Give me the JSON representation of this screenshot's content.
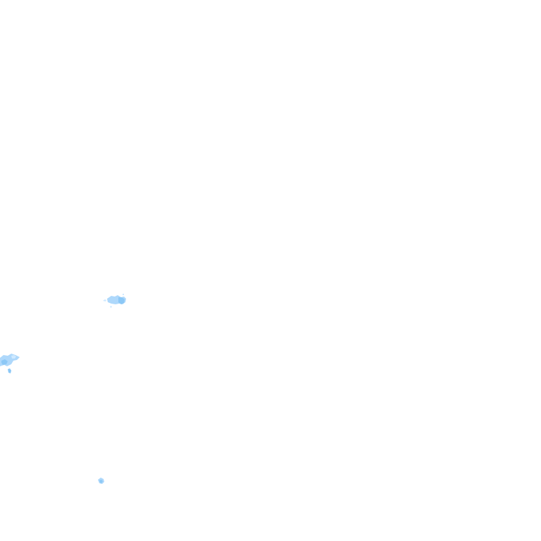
{
  "map": {
    "background_color": "#ffffff",
    "feature_colors": {
      "water_light": "#cfe9ff",
      "water_mid": "#aed8fb",
      "water_dark": "#8cc8f6"
    },
    "features": [
      {
        "name": "water-patch-upper",
        "type": "water"
      },
      {
        "name": "water-patch-left-edge",
        "type": "water"
      },
      {
        "name": "water-patch-lower",
        "type": "water"
      }
    ]
  }
}
